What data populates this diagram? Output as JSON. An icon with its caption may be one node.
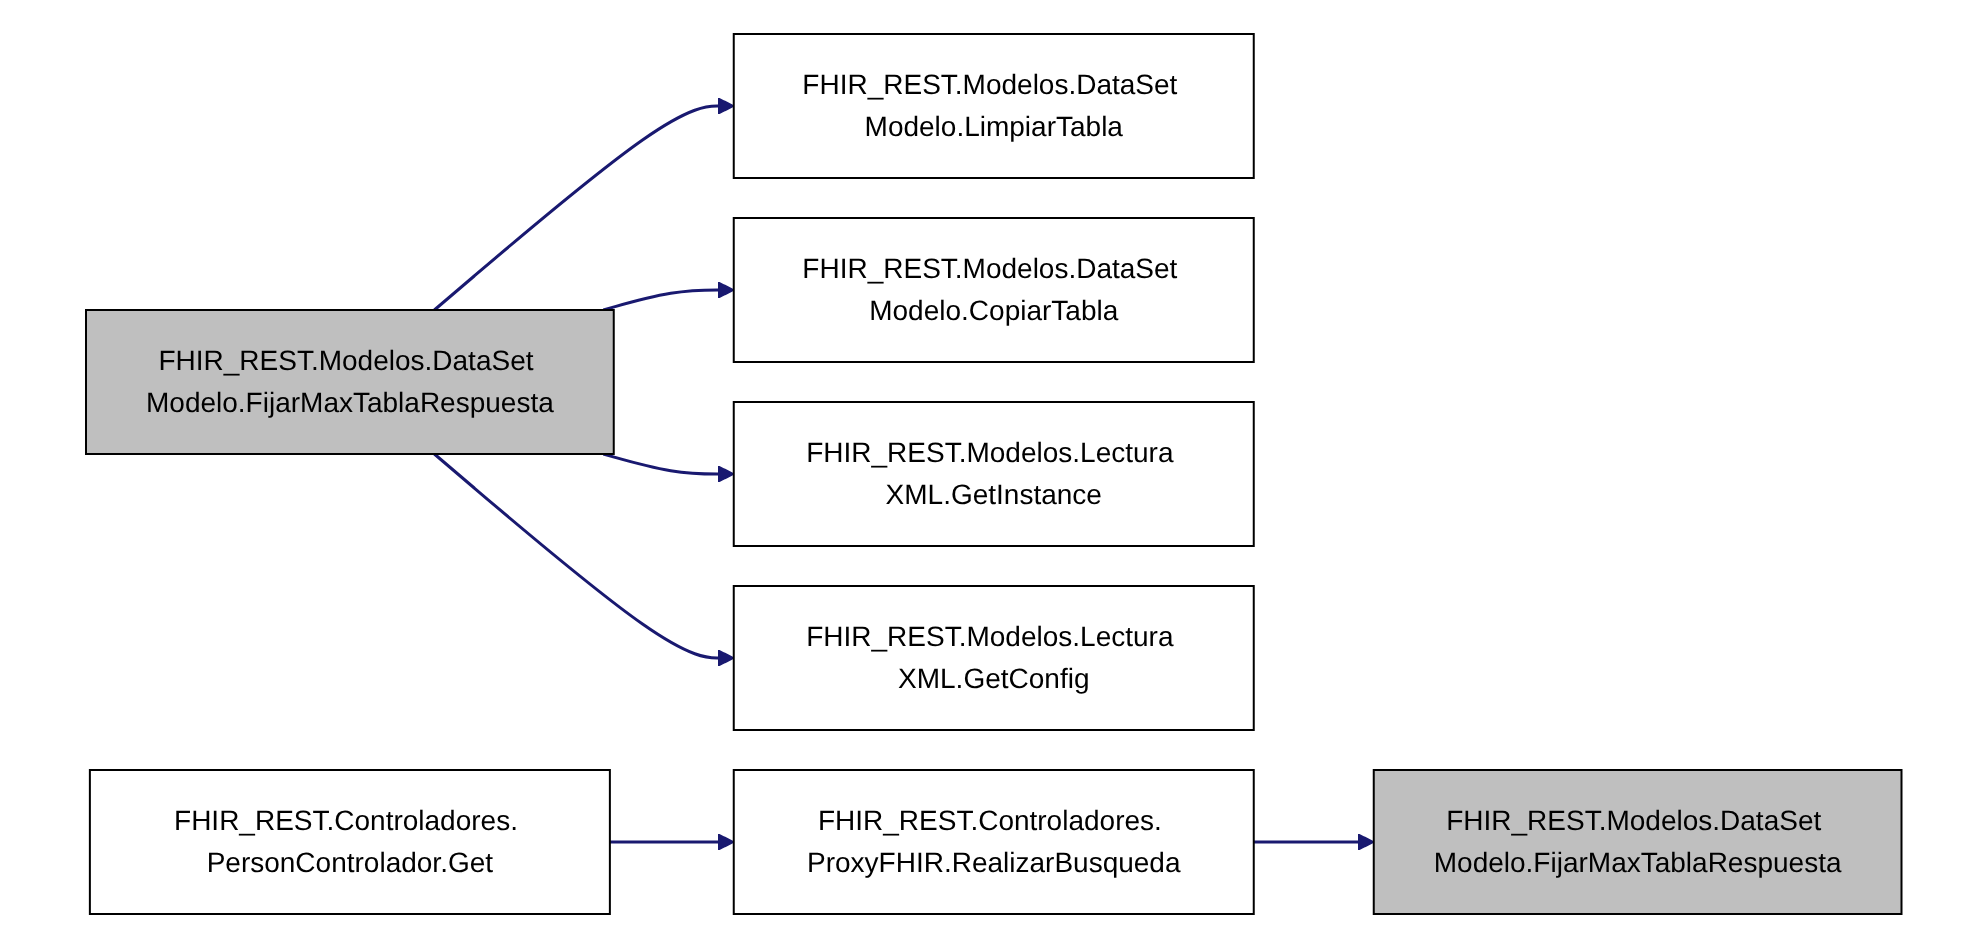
{
  "diagram": {
    "nodes": [
      {
        "text": [
          "FHIR_REST.Modelos.DataSet Modelo.FijarMaxTablaRespuesta"
        ]
      },
      {
        "text": [
          "FHIR_REST.Modelos.DataSet Modelo.LimpiarTabla"
        ]
      },
      {
        "text": [
          "FHIR_REST.Modelos.DataSet Modelo.CopiarTabla"
        ]
      },
      {
        "text": [
          "FHIR_REST.Modelos.Lectura XML.GetInstance"
        ]
      },
      {
        "text": [
          "FHIR_REST.Modelos.Lectura XML.GetConfig"
        ]
      },
      {
        "text": [
          "FHIR_REST.Controladores. PersonControlador.Get"
        ]
      },
      {
        "text": [
          "FHIR_REST.Controladores. ProxyFHIR.RealizarBusqueda"
        ]
      },
      {
        "text": [
          "FHIR_REST.Modelos.DataSet Modelo.FijarMaxTablaRespuesta"
        ]
      }
    ],
    "edges": [
      {
        "from": 0,
        "to": 1,
        "arrow": "to"
      },
      {
        "from": 0,
        "to": 2,
        "arrow": "to"
      },
      {
        "from": 0,
        "to": 3,
        "arrow": "to"
      },
      {
        "from": 0,
        "to": 4,
        "arrow": "to"
      },
      {
        "from": 5,
        "to": 6,
        "arrow": "to"
      },
      {
        "from": 6,
        "to": 7,
        "arrow": "to"
      }
    ]
  }
}
